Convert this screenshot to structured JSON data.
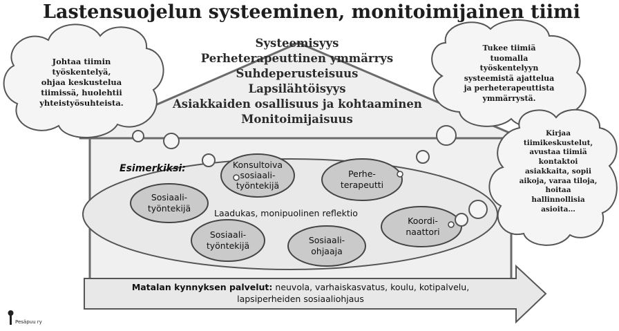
{
  "title": "Lastensuojelun systeeminen, monitoimijainen tiimi",
  "roof_items": [
    "Systeemisyys",
    "Perheterapeuttinen ymmärrys",
    "Suhdeperusteisuus",
    "Lapsilähtöisyys",
    "Asiakkaiden osallisuus ja kohtaaminen",
    "Monitoimijaisuus"
  ],
  "left_cloud": [
    "Johtaa tiimin",
    "työskentelyä,",
    "ohjaa keskustelua",
    "tiimissä, huolehtii",
    "yhteistyösuhteista."
  ],
  "top_right_cloud": [
    "Tukee tiimiä",
    "tuomalla",
    "työskentelyyn",
    "systeemistä ajattelua",
    "ja perheterapeuttista",
    "ymmärrystä."
  ],
  "right_cloud": [
    "Kirjaa",
    "tiimikeskustelut,",
    "avustaa tiimiä",
    "kontaktoi",
    "asiakkaita, sopii",
    "aikoja, varaa tiloja,",
    "hoitaa",
    "hallinnollisia",
    "asioita…"
  ],
  "example_label": "Esimerkiksi:",
  "center_label": "Laadukas, monipuolinen reflektio",
  "roles": {
    "sosiaalityontekija_1": [
      "Sosiaali-",
      "työntekijä"
    ],
    "konsultoiva": [
      "Konsultoiva",
      "sosiaali-",
      "työntekijä"
    ],
    "perheterapeutti": [
      "Perhe-",
      "terapeutti"
    ],
    "koordinaattori": [
      "Koordi-",
      "naattori"
    ],
    "sosiaalityontekija_2": [
      "Sosiaali-",
      "työntekijä"
    ],
    "sosiaaliohjaaja": [
      "Sosiaali-",
      "ohjaaja"
    ]
  },
  "arrow": {
    "bold": "Matalan kynnyksen palvelut:",
    "rest_line1": " neuvola, varhaiskasvatus, koulu, kotipalvelu,",
    "line2": "lapsiperheiden sosiaaliohjaus"
  },
  "logo_text": "Pesäpuu ry",
  "colors": {
    "cloud_fill": "#f4f4f4",
    "house_fill": "#eeeeee",
    "oval_fill": "#e8e8e8",
    "role_fill": "#c9c9c9",
    "arrow_fill": "#e6e6e6",
    "stroke": "#555555"
  }
}
